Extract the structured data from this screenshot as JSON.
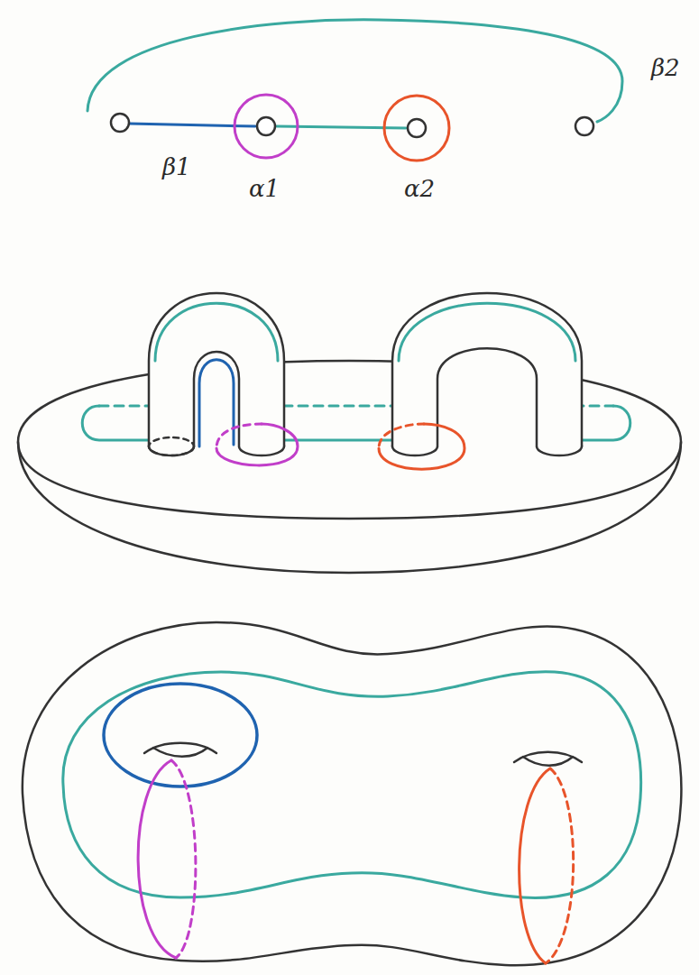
{
  "diagram": {
    "labels": [
      "β2",
      "β1",
      "α1",
      "α2"
    ]
  }
}
